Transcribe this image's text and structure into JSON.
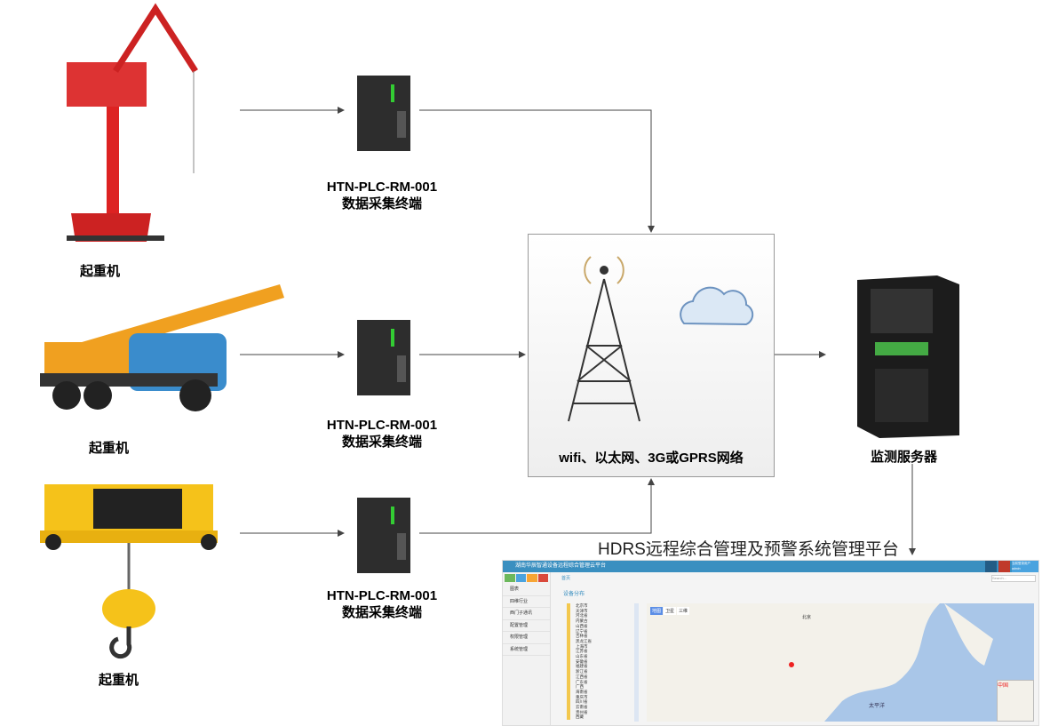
{
  "cranes": [
    {
      "label": "起重机",
      "type": "portal-crane"
    },
    {
      "label": "起重机",
      "type": "truck-crane"
    },
    {
      "label": "起重机",
      "type": "electric-hoist"
    }
  ],
  "terminals": [
    {
      "model": "HTN-PLC-RM-001",
      "desc": "数据采集终端"
    },
    {
      "model": "HTN-PLC-RM-001",
      "desc": "数据采集终端"
    },
    {
      "model": "HTN-PLC-RM-001",
      "desc": "数据采集终端"
    }
  ],
  "network": {
    "label": "wifi、以太网、3G或GPRS网络",
    "icons": [
      "cell-tower-icon",
      "cloud-icon"
    ]
  },
  "server": {
    "label": "监测服务器"
  },
  "platform": {
    "title": "HDRS远程综合管理及预警系统管理平台",
    "app_title": "湖南华辰智通设备远程综合管理云平台",
    "breadcrumb": "首页",
    "search_placeholder": "Search...",
    "user": "当前登录用户 admin",
    "section": "设备分布",
    "sidebar": [
      "图表",
      "四维行业",
      "西门子通讯",
      "配置管理",
      "权限管理",
      "系统管理"
    ],
    "toolbar_colors": [
      "#6cb85c",
      "#4aa3df",
      "#f7a534",
      "#d9493b"
    ],
    "provinces": [
      "北京市",
      "天津市",
      "河北省",
      "内蒙古",
      "山西省",
      "辽宁省",
      "吉林省",
      "黑龙江省",
      "上海市",
      "江苏省",
      "山东省",
      "安徽省",
      "福建省",
      "浙江省",
      "江西省",
      "广东省",
      "广西",
      "海南省",
      "重庆市",
      "四川省",
      "云南省",
      "贵州省",
      "西藏"
    ],
    "map_types": [
      "地图",
      "卫星",
      "三维"
    ],
    "map_labels": {
      "capital": "北京",
      "ocean": "太平洋",
      "overview": "中国"
    }
  }
}
